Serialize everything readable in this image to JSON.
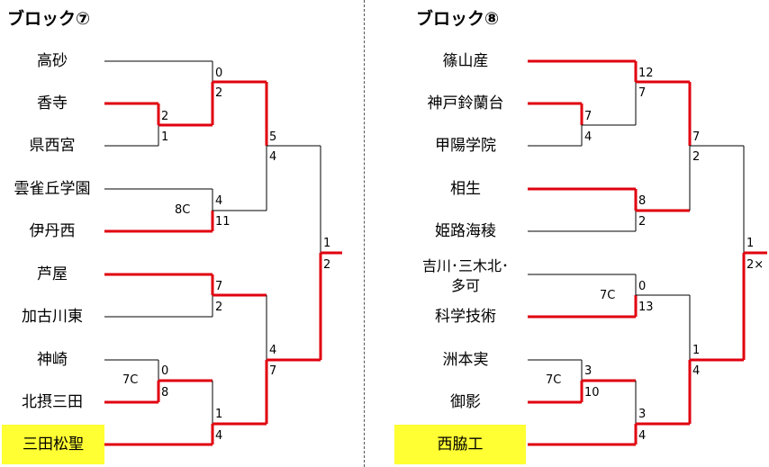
{
  "block7": {
    "title": "ブロック⑦",
    "teams": [
      "高砂",
      "香寺",
      "県西宮",
      "雲雀丘学園",
      "伊丹西",
      "芦屋",
      "加古川東",
      "神崎",
      "北摂三田",
      "三田松聖"
    ],
    "highlight": "三田松聖",
    "scores": {
      "r1_gamma_a": "2",
      "r1_gamma_b": "1",
      "r1_delta_a": "0",
      "r1_delta_b": "8",
      "r2_alpha_a": "0",
      "r2_alpha_b": "2",
      "r2_beta_a": "4",
      "r2_beta_b": "11",
      "r2_eps_a": "7",
      "r2_eps_b": "2",
      "r2_zeta_a": "1",
      "r2_zeta_b": "4",
      "r3_top_a": "5",
      "r3_top_b": "4",
      "r3_bot_a": "4",
      "r3_bot_b": "7",
      "final_a": "1",
      "final_b": "2"
    },
    "notes": {
      "beta": "8C",
      "delta": "7C"
    }
  },
  "block8": {
    "title": "ブロック⑧",
    "teams": [
      "篠山産",
      "神戸鈴蘭台",
      "甲陽学院",
      "相生",
      "姫路海稜",
      "吉川･三木北･\n多可",
      "科学技術",
      "洲本実",
      "御影",
      "西脇工"
    ],
    "highlight": "西脇工",
    "scores": {
      "r1_gamma_a": "7",
      "r1_gamma_b": "4",
      "r1_delta_a": "3",
      "r1_delta_b": "10",
      "r2_alpha_a": "12",
      "r2_alpha_b": "7",
      "r2_beta_a": "8",
      "r2_beta_b": "2",
      "r2_eps_a": "0",
      "r2_eps_b": "13",
      "r2_zeta_a": "3",
      "r2_zeta_b": "4",
      "r3_top_a": "7",
      "r3_top_b": "2",
      "r3_bot_a": "1",
      "r3_bot_b": "4",
      "final_a": "1",
      "final_b": "2×"
    },
    "notes": {
      "eps": "7C",
      "delta": "7C"
    }
  },
  "colors": {
    "winner": "#e0000f",
    "loser": "#000000",
    "highlight": "#ffff33"
  }
}
